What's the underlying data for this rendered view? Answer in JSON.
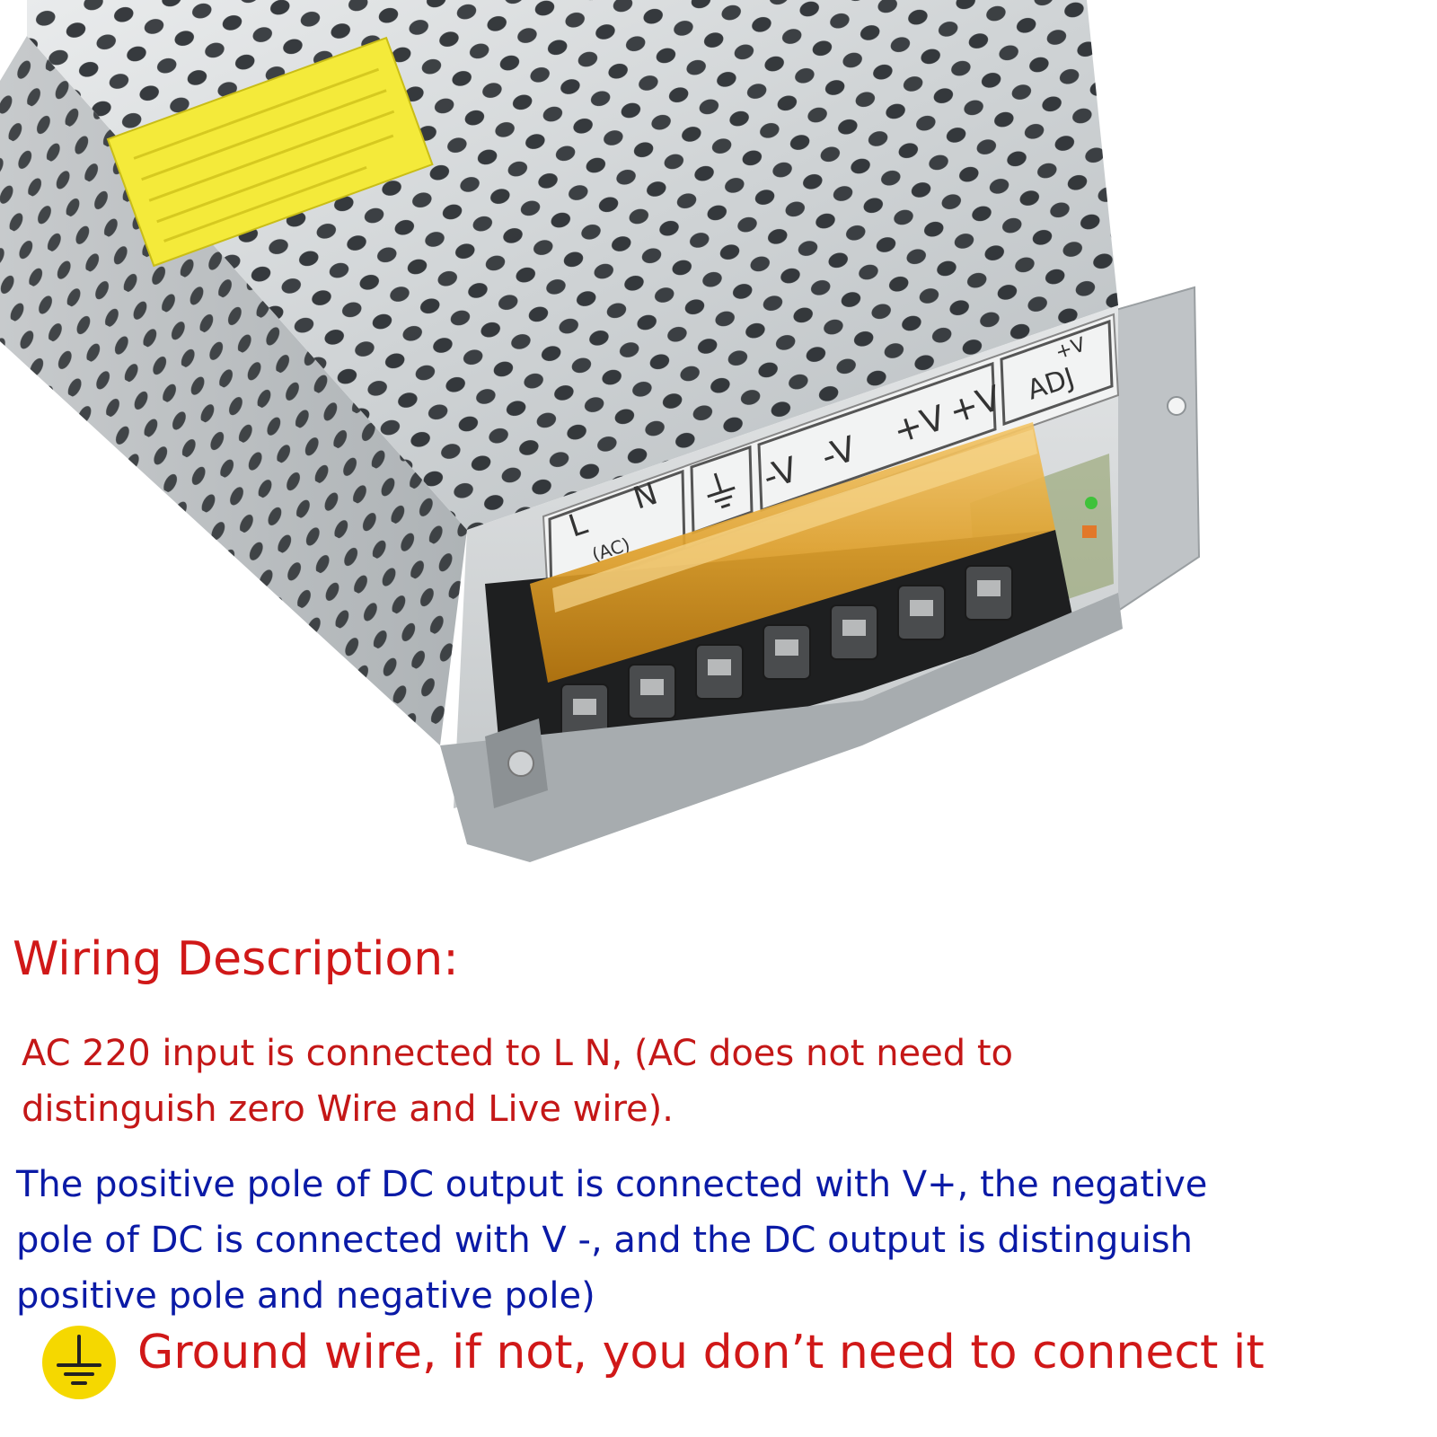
{
  "photo": {
    "terminal_labels": {
      "ac": "(AC)",
      "l": "L",
      "n": "N",
      "neg1": "-V",
      "neg2": "-V",
      "pos1": "+V",
      "pos2": "+V",
      "adj_v": "+V",
      "adj": "ADJ"
    }
  },
  "heading": "Wiring Description:",
  "para1": {
    "line1": "AC 220 input is connected to L N, (AC does not need to",
    "line2": "distinguish zero Wire and Live wire)."
  },
  "para2": {
    "line1": "The positive pole of DC output is connected with V+, the negative",
    "line2": "pole of DC is connected with V -, and the DC output is distinguish",
    "line3": "positive pole and negative pole)"
  },
  "ground": {
    "icon": "ground-symbol-icon",
    "text": "Ground wire, if not, you don’t need to connect it"
  },
  "colors": {
    "red_text": "#d01818",
    "blue_text": "#0a1aa6",
    "ground_badge": "#f5d800",
    "label_yellow": "#f4ea3a",
    "terminal_gold": "#e0a42a"
  }
}
